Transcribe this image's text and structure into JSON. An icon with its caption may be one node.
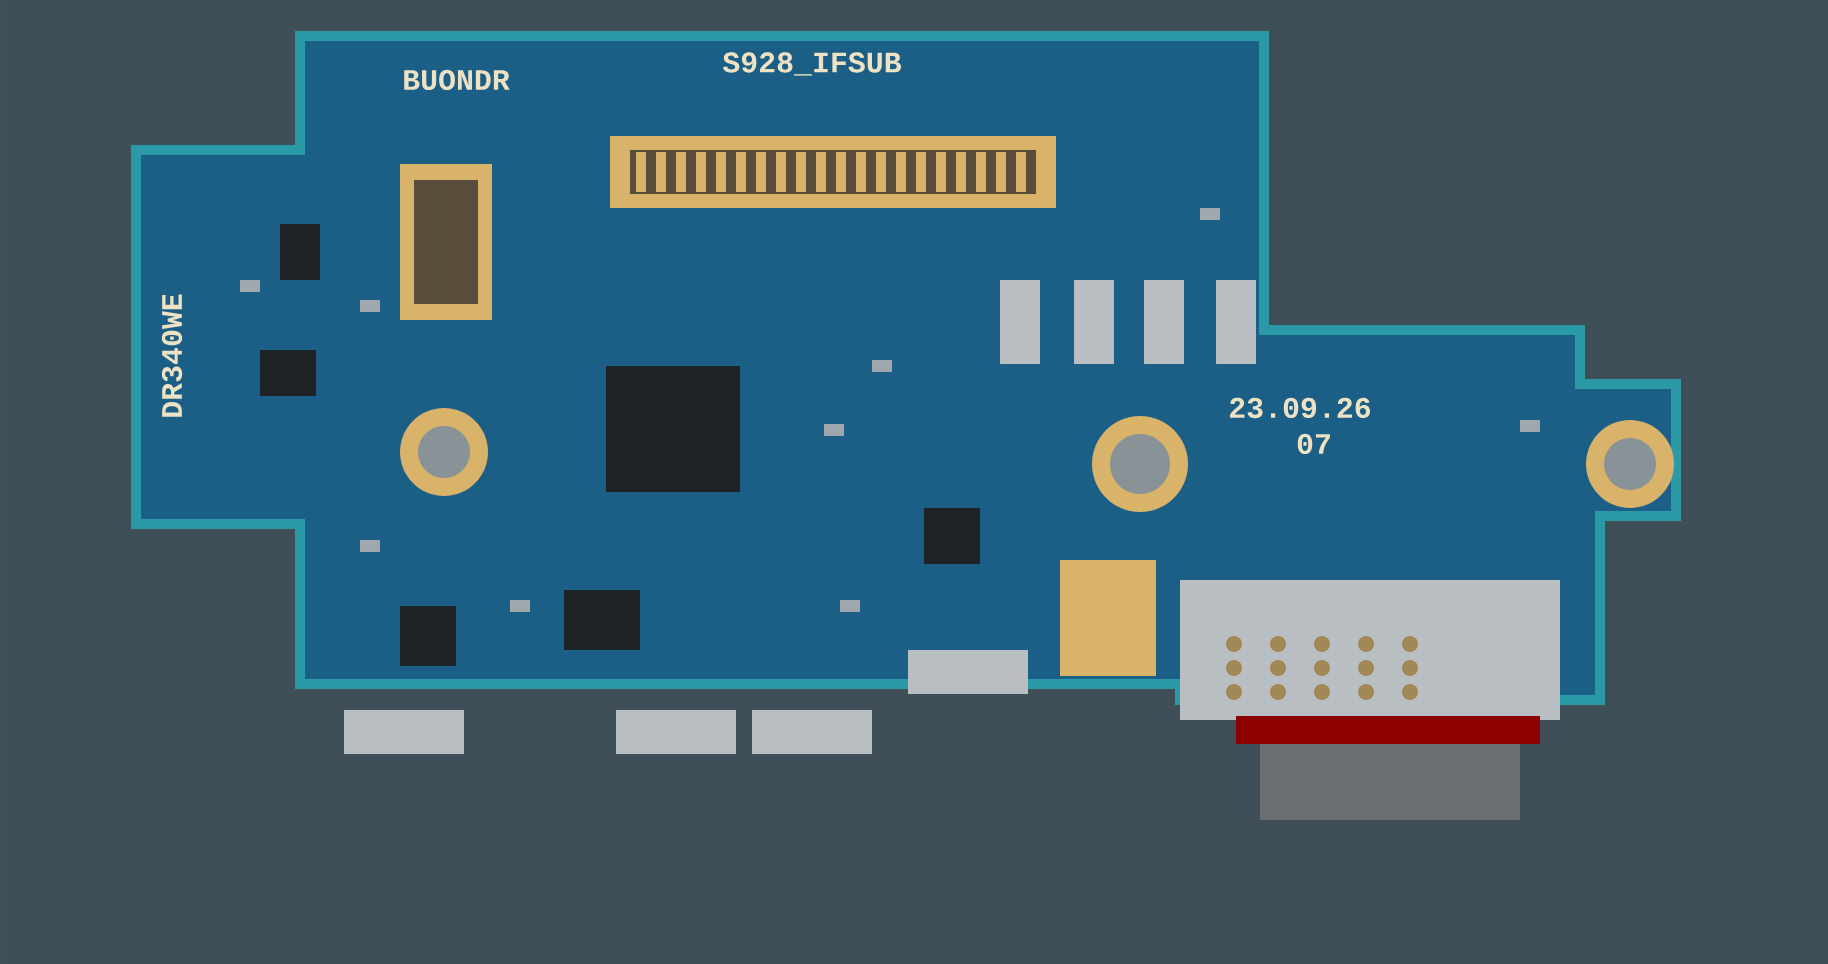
{
  "diagram": {
    "labels": [
      "BUONDR",
      "S928_IFSUB",
      "DR340WE",
      "23.09.26",
      "07"
    ]
  }
}
